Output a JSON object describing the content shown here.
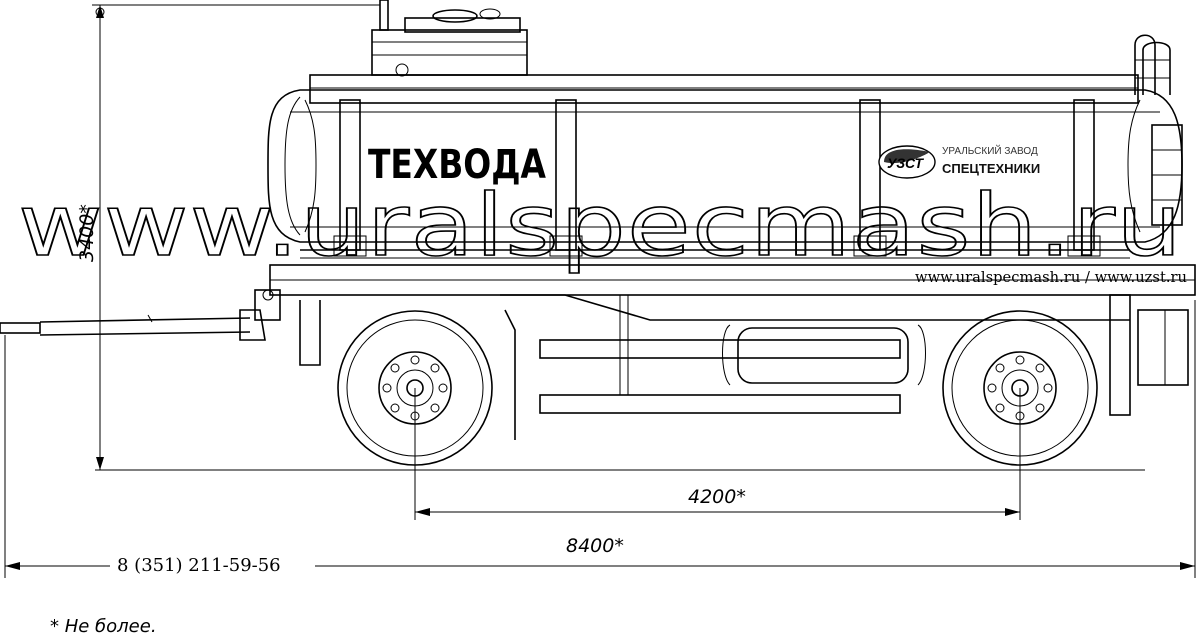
{
  "tank_label": "ТЕХВОДА",
  "logo": {
    "mark": "УЗСТ",
    "line1": "УРАЛЬСКИЙ ЗАВОД",
    "line2": "СПЕЦТЕХНИКИ"
  },
  "websites": "www.uralspecmash.ru / www.uzst.ru",
  "watermark": "www.uralspecmash.ru",
  "dimensions": {
    "height": "3400*",
    "wheelbase": "4200*",
    "length": "8400*"
  },
  "phone": "8 (351) 211-59-56",
  "footnote": "* Не более."
}
